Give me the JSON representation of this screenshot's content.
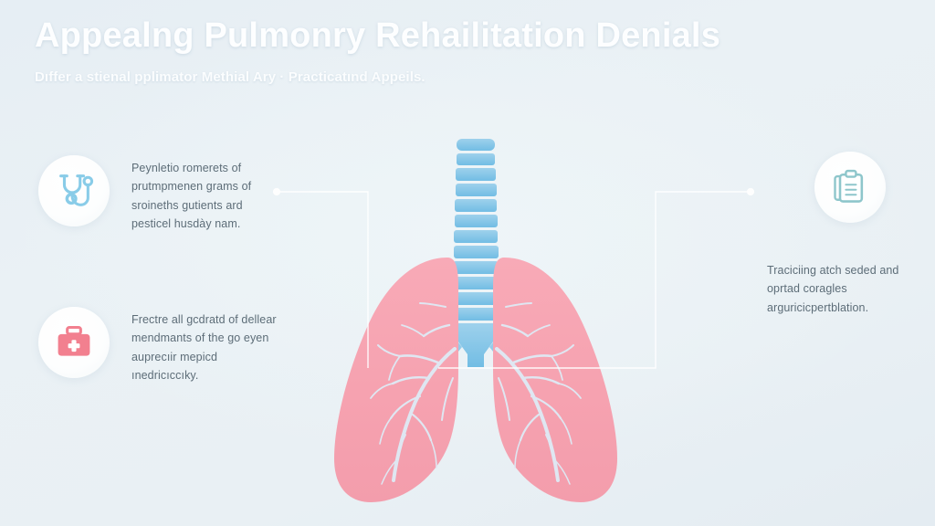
{
  "header": {
    "title": "Appealng Pulmonry Rehailitation Denials",
    "subtitle": "Dıffer a stienal pplimator Methial Ary · Practicatınd Appeils."
  },
  "illustration": {
    "name": "lungs-diagram",
    "lung_color": "#f6a2b0",
    "bronchi_color": "#dfe7f2",
    "trachea_color": "#8cc6e8"
  },
  "callouts": [
    {
      "id": "stethoscope",
      "icon": "stethoscope-icon",
      "icon_color": "#89cce8",
      "text": "Peynletio romerets of prutmpmenen grams of sroineths gutients ard pesticel husdày nam."
    },
    {
      "id": "firstaid",
      "icon": "first-aid-kit-icon",
      "icon_color": "#f2808f",
      "text": "Frectre all gcdratd of dellear mendmants of the go eyen auprecıir mepicd ınedricıccıky."
    },
    {
      "id": "clipboard",
      "icon": "clipboard-icon",
      "icon_color": "#8ec6cb",
      "text": "Traciciing atch seded and oprtad coragles arguricicpertblation."
    }
  ],
  "colors": {
    "background": "#e9f0f5",
    "title": "#fdfeff",
    "body_text": "#5d6d78",
    "connector": "#ffffff"
  }
}
